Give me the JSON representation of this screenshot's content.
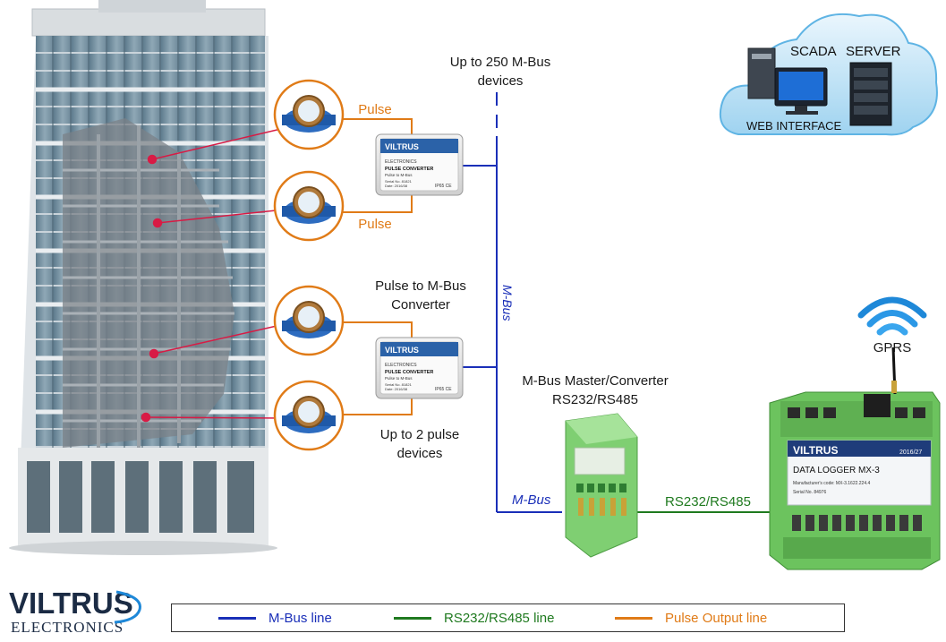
{
  "labels": {
    "pulse_top": "Pulse",
    "pulse_bottom": "Pulse",
    "up_to_250_line1": "Up to 250 M-Bus",
    "up_to_250_line2": "devices",
    "pulse_converter_line1": "Pulse to M-Bus",
    "pulse_converter_line2": "Converter",
    "up_to_2_line1": "Up to 2 pulse",
    "up_to_2_line2": "devices",
    "master_line1": "M-Bus Master/Converter",
    "master_line2": "RS232/RS485",
    "rs_link": "RS232/RS485",
    "mbus_vertical": "M-Bus",
    "mbus_horizontal": "M-Bus",
    "gprs": "GPRS"
  },
  "cloud": {
    "scada": "SCADA",
    "server": "SERVER",
    "web_interface": "WEB INTERFACE"
  },
  "pulse_converter_device": {
    "brand": "VILTRUS",
    "brand_sub": "ELECTRONICS",
    "title": "PULSE CONVERTER",
    "subtitle": "Pulse to M-Bus",
    "serial": "Serial No. 81821",
    "date": "Date: 2016/38",
    "marks": "IP65 CE"
  },
  "data_logger": {
    "brand": "VILTRUS",
    "year": "2016/27",
    "title": "DATA LOGGER MX-3",
    "manufacturer_code": "Manufacturer's code: MX-3.1622.224.4",
    "serial": "Serial No. 84976"
  },
  "legend": [
    {
      "label": "M-Bus line",
      "color": "#1a2fb8"
    },
    {
      "label": "RS232/RS485 line",
      "color": "#1f7a1f"
    },
    {
      "label": "Pulse Output line",
      "color": "#e07b17"
    }
  ],
  "logo": {
    "word": "VILTRUS",
    "sub": "ELECTRONICS"
  },
  "colors": {
    "mbus": "#1a2fb8",
    "rs": "#1f7a1f",
    "pulse": "#e07b17",
    "pointer": "#d81b45"
  }
}
